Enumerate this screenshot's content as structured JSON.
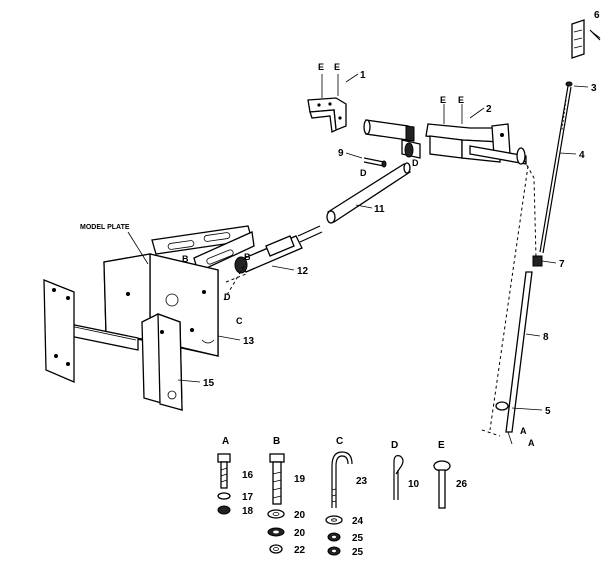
{
  "diagram": {
    "callouts": [
      {
        "id": "c1",
        "text": "1"
      },
      {
        "id": "c2",
        "text": "2"
      },
      {
        "id": "c3",
        "text": "3"
      },
      {
        "id": "c4",
        "text": "4"
      },
      {
        "id": "c5",
        "text": "5"
      },
      {
        "id": "c6",
        "text": "6"
      },
      {
        "id": "c7",
        "text": "7"
      },
      {
        "id": "c8",
        "text": "8"
      },
      {
        "id": "c9",
        "text": "9"
      },
      {
        "id": "c11",
        "text": "11"
      },
      {
        "id": "c12",
        "text": "12"
      },
      {
        "id": "c13",
        "text": "13"
      },
      {
        "id": "c15",
        "text": "15"
      }
    ],
    "model_plate_label": "MODEL PLATE",
    "letter_tags": {
      "e1a": "E",
      "e1b": "E",
      "e2a": "E",
      "e2b": "E",
      "d_pin": "D",
      "d_mid": "D",
      "d_left": "D",
      "b1": "B",
      "b2": "B",
      "c_frame": "C",
      "a_end": "A",
      "a_end2": "A"
    },
    "hardware_groups": [
      {
        "letter": "A",
        "items": [
          "16",
          "17",
          "18"
        ]
      },
      {
        "letter": "B",
        "items": [
          "19",
          "20",
          "20",
          "22"
        ]
      },
      {
        "letter": "C",
        "items": [
          "23",
          "24",
          "25",
          "25"
        ]
      },
      {
        "letter": "D",
        "items": [
          "10"
        ]
      },
      {
        "letter": "E",
        "items": [
          "26"
        ]
      }
    ]
  }
}
